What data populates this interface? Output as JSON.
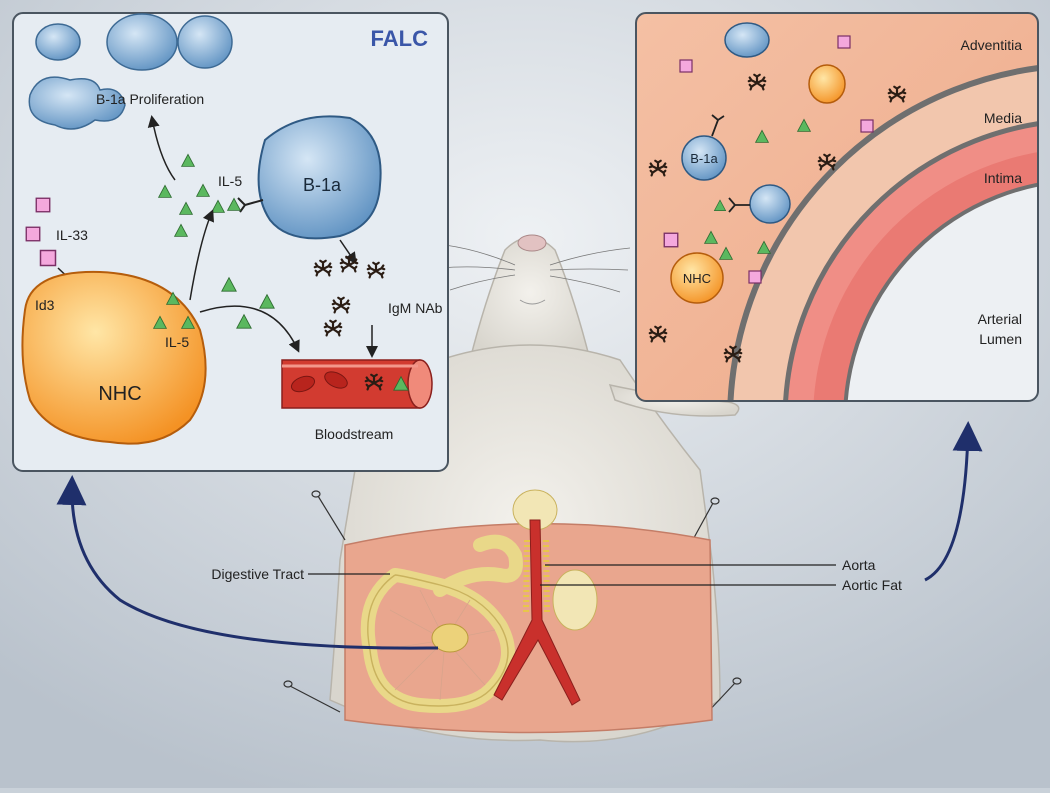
{
  "left_panel": {
    "title": "FALC",
    "labels": {
      "b1a_proliferation": "B-1a Proliferation",
      "il5_top": "IL-5",
      "b1a_cell": "B-1a",
      "il33": "IL-33",
      "id3": "Id3",
      "il5_bottom": "IL-5",
      "igm_nab": "IgM NAb",
      "nhc": "NHC",
      "bloodstream": "Bloodstream"
    }
  },
  "right_panel": {
    "labels": {
      "adventitia": "Adventitia",
      "media": "Media",
      "intima": "Intima",
      "arterial_lumen_1": "Arterial",
      "arterial_lumen_2": "Lumen",
      "b1a": "B-1a",
      "nhc": "NHC"
    }
  },
  "mouse": {
    "digestive_tract": "Digestive Tract",
    "aorta": "Aorta",
    "aortic_fat": "Aortic Fat"
  },
  "colors": {
    "background": "#c9d1d9",
    "panel_left": "#e6ecf2",
    "panel_right": "#f2b99a",
    "title_blue": "#3a56a8",
    "b_cell_blue": "#7aa6cf",
    "nhc_orange": "#f7a53b",
    "il5_green": "#5bb85f",
    "il33_pink": "#e585c8",
    "artery_red": "#c9302c",
    "arrow_navy": "#1f2f6b"
  }
}
